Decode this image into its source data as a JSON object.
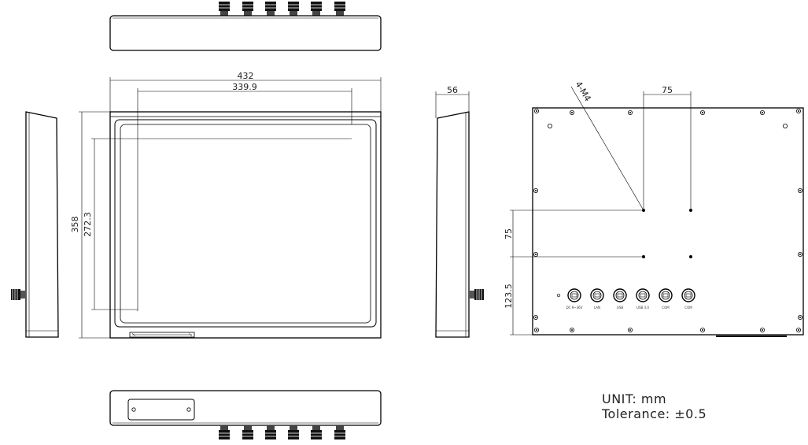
{
  "dimensions": {
    "width": "432",
    "view_width": "339.9",
    "height": "358",
    "view_height": "272.3",
    "depth": "56",
    "mount_label": "4-M4",
    "hole_spacing_h": "75",
    "hole_spacing_v": "75",
    "bottom_offset": "123.5"
  },
  "connectors": [
    "DC 9~36V",
    "LAN",
    "USB",
    "USB 3.0",
    "COM",
    "COM"
  ],
  "notes": {
    "unit": "UNIT: mm",
    "tolerance": "Tolerance: ±0.5"
  }
}
